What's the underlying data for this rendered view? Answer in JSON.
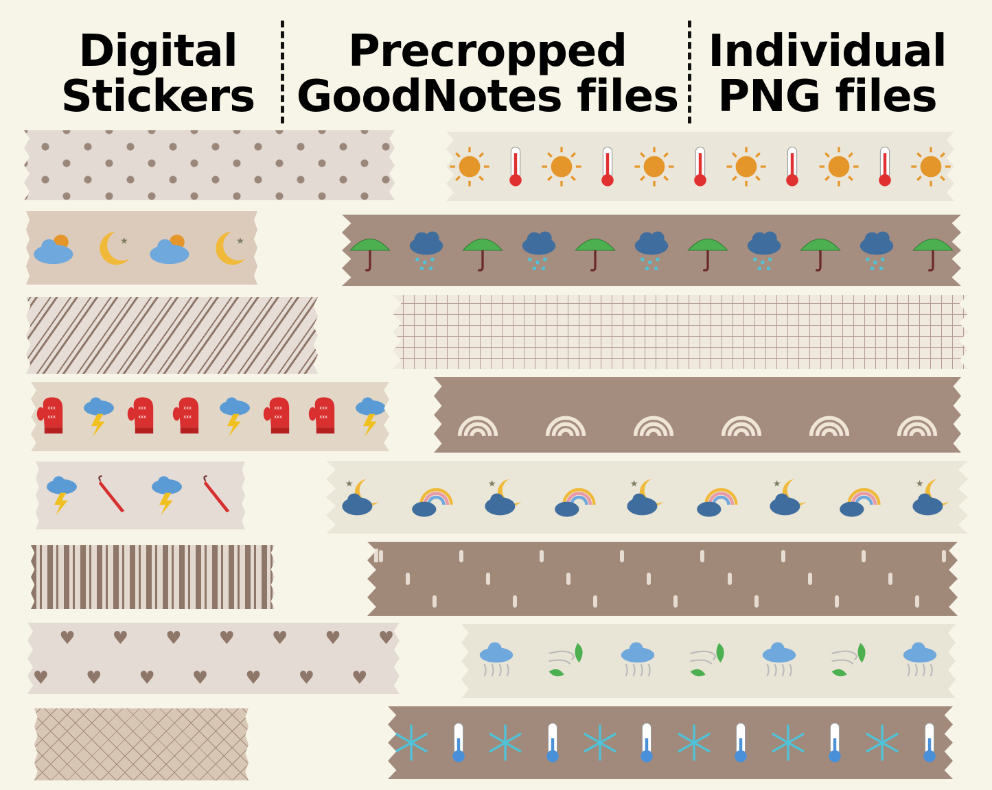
{
  "headers": [
    {
      "line1": "Digital",
      "line2": "Stickers"
    },
    {
      "line1": "Precropped",
      "line2": "GoodNotes files"
    },
    {
      "line1": "Individual",
      "line2": "PNG files"
    }
  ],
  "colors": {
    "background": "#f7f5e8",
    "brown": "#a38c7d",
    "beige": "#e4dbd3",
    "cream": "#ece7da"
  },
  "tapes_left": [
    {
      "pattern": "dots",
      "icons": []
    },
    {
      "pattern": "plain",
      "icons": [
        "cloud-sun-icon",
        "moon-icon",
        "cloud-sun-icon",
        "moon-icon"
      ]
    },
    {
      "pattern": "diagonal-stripes",
      "icons": []
    },
    {
      "pattern": "plain",
      "icons": [
        "mitten-icon",
        "lightning-cloud-icon",
        "mitten-icon",
        "mitten-icon",
        "lightning-cloud-icon",
        "mitten-icon",
        "mitten-icon",
        "lightning-cloud-icon"
      ]
    },
    {
      "pattern": "plain",
      "icons": [
        "lightning-cloud-icon",
        "umbrella-closed-icon",
        "lightning-cloud-icon",
        "umbrella-closed-icon"
      ]
    },
    {
      "pattern": "vertical-stripes",
      "icons": []
    },
    {
      "pattern": "hearts",
      "icons": []
    },
    {
      "pattern": "crosshatch",
      "icons": []
    }
  ],
  "tapes_right": [
    {
      "pattern": "plain",
      "icons": [
        "sun-icon",
        "thermometer-icon",
        "sun-icon",
        "thermometer-icon",
        "sun-icon",
        "thermometer-icon",
        "sun-icon",
        "thermometer-icon",
        "sun-icon",
        "thermometer-icon",
        "sun-icon"
      ]
    },
    {
      "pattern": "plain",
      "icons": [
        "umbrella-icon",
        "rain-cloud-icon",
        "umbrella-icon",
        "rain-cloud-icon",
        "umbrella-icon",
        "rain-cloud-icon",
        "umbrella-icon",
        "rain-cloud-icon",
        "umbrella-icon",
        "rain-cloud-icon",
        "umbrella-icon"
      ]
    },
    {
      "pattern": "grid",
      "icons": []
    },
    {
      "pattern": "plain",
      "icons": [
        "rainbow-icon",
        "rainbow-icon",
        "rainbow-icon",
        "rainbow-icon",
        "rainbow-icon",
        "rainbow-icon"
      ]
    },
    {
      "pattern": "plain",
      "icons": [
        "moon-cloud-icon",
        "rainbow-cloud-icon",
        "moon-cloud-icon",
        "rainbow-cloud-icon",
        "moon-cloud-icon",
        "rainbow-cloud-icon",
        "moon-cloud-icon",
        "rainbow-cloud-icon",
        "moon-cloud-icon"
      ]
    },
    {
      "pattern": "dashes",
      "icons": []
    },
    {
      "pattern": "plain",
      "icons": [
        "jelly-cloud-icon",
        "wind-leaf-icon",
        "jelly-cloud-icon",
        "wind-leaf-icon",
        "jelly-cloud-icon",
        "wind-leaf-icon",
        "jelly-cloud-icon"
      ]
    },
    {
      "pattern": "plain",
      "icons": [
        "snowflake-icon",
        "thermometer-blue-icon",
        "snowflake-icon",
        "thermometer-blue-icon",
        "snowflake-icon",
        "thermometer-blue-icon",
        "snowflake-icon",
        "thermometer-blue-icon",
        "snowflake-icon",
        "thermometer-blue-icon",
        "snowflake-icon",
        "thermometer-blue-icon"
      ]
    }
  ]
}
